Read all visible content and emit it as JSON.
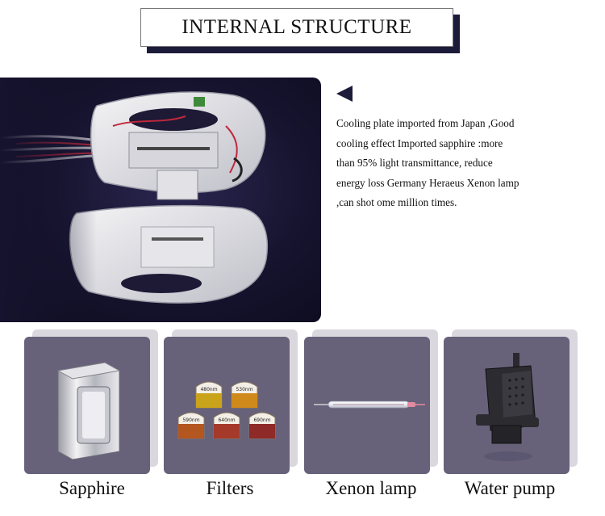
{
  "title": "INTERNAL STRUCTURE",
  "description": {
    "lines": [
      "Cooling plate imported from Japan ,Good",
      "cooling effect Imported sapphire :more",
      "than 95% light transmittance, reduce",
      "energy loss Germany Heraeus Xenon lamp",
      ",can shot ome million times."
    ]
  },
  "components": [
    {
      "label": "Sapphire",
      "icon": "sapphire-block-icon"
    },
    {
      "label": "Filters",
      "icon": "filters-icon",
      "filter_labels": [
        "480nm",
        "530nm",
        "590nm",
        "640nm",
        "690nm"
      ]
    },
    {
      "label": "Xenon lamp",
      "icon": "xenon-lamp-icon"
    },
    {
      "label": "Water pump",
      "icon": "water-pump-icon"
    }
  ],
  "colors": {
    "accent": "#1d1b3a",
    "card_front": "#67617a",
    "card_back": "#dad8de",
    "filter_480": "#c9a31a",
    "filter_530": "#d08a1c",
    "filter_590": "#b3561f",
    "filter_640": "#a63a2a",
    "filter_690": "#8e2a28"
  }
}
